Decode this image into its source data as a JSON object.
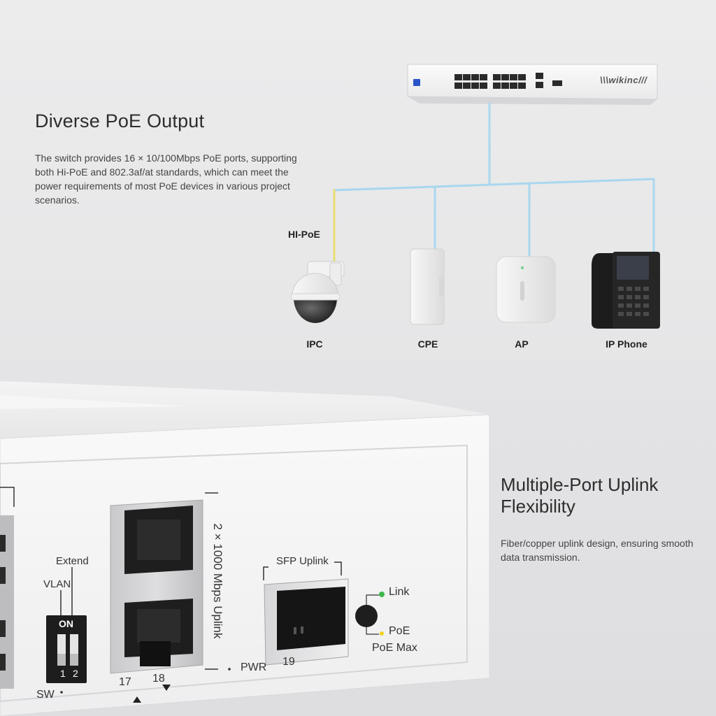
{
  "section1": {
    "title": "Diverse PoE Output",
    "description": "The switch provides 16 × 10/100Mbps PoE ports, supporting both Hi-PoE and 802.3af/at standards, which can meet the power requirements of most PoE devices in various project scenarios.",
    "hipoe_label": "HI-PoE",
    "switch_brand": "\\\\\\wikinc///",
    "devices": [
      "IPC",
      "CPE",
      "AP",
      "IP Phone"
    ]
  },
  "section2": {
    "title": "Multiple-Port Uplink Flexibility",
    "description": "Fiber/copper uplink design, ensuring smooth data transmission.",
    "panel": {
      "extend": "Extend",
      "vlan": "VLAN",
      "on": "ON",
      "switch_1": "1",
      "switch_2": "2",
      "sw": "SW",
      "uplink_label": "2 × 1000 Mbps Uplink",
      "port_17": "17",
      "port_18": "18",
      "pwr": "PWR",
      "sfp_label": "SFP Uplink",
      "port_19": "19",
      "link": "Link",
      "poe": "PoE",
      "poe_max": "PoE Max"
    }
  },
  "colors": {
    "text_dark": "#2d2d2d",
    "link_led": "#3cb84a",
    "poe_led": "#f2d21c",
    "cable_blue": "#a9d7ee",
    "cable_yellow": "#e9dc72"
  }
}
